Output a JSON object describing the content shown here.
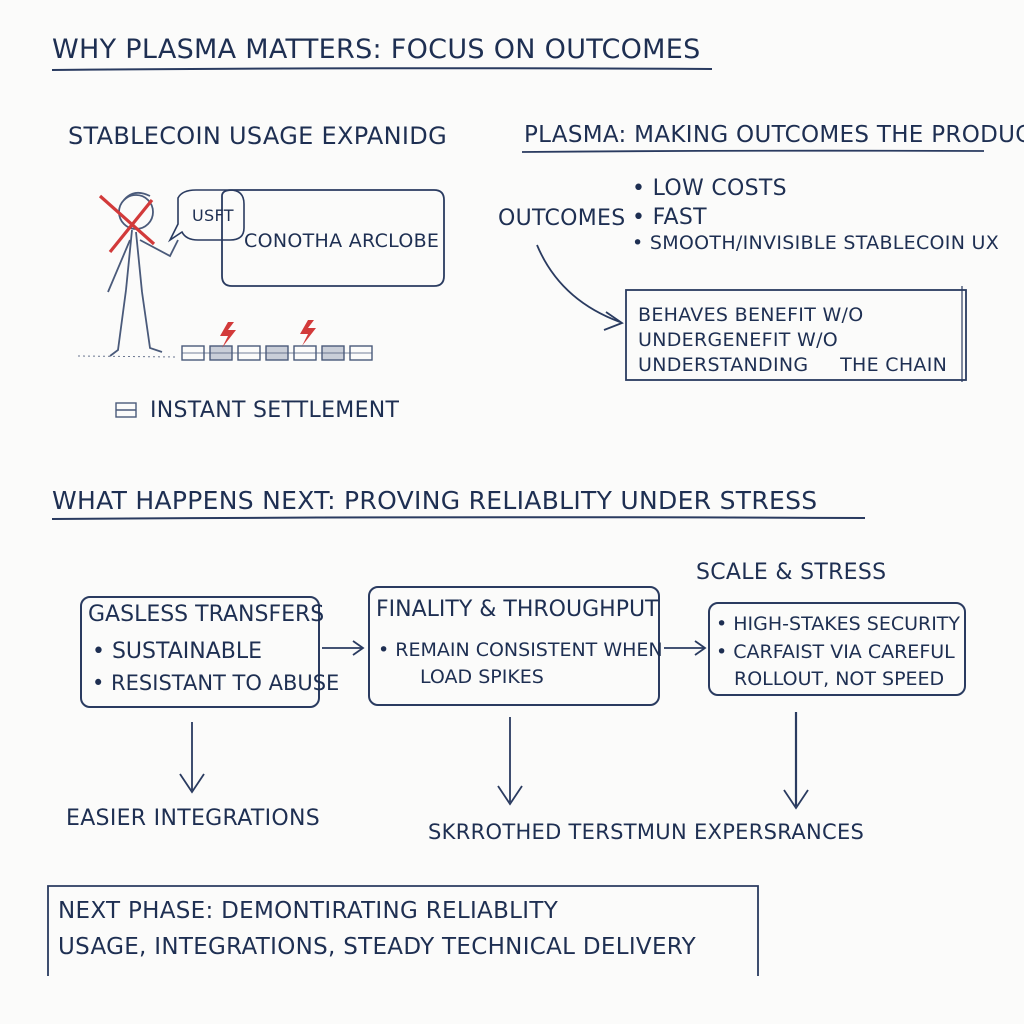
{
  "title": "WHY PLASMA MATTERS: FOCUS ON OUTCOMES",
  "left_panel": {
    "heading": "STABLECOIN USAGE EXPANIDG",
    "bubble_small": "USFT",
    "bubble_big": "CONOTHA ARCLOBE",
    "settlement_label": "INSTANT SETTLEMENT"
  },
  "right_panel": {
    "heading": "PLASMA: MAKING OUTCOMES THE PRODUCT",
    "outcomes_label": "OUTCOMES",
    "outcomes": [
      "LOW COSTS",
      "FAST",
      "SMOOTH/INVISIBLE STABLECOIN  UX"
    ],
    "box_lines": [
      "BEHAVES BENEFIT  W/O",
      "UNDERGENEFIT W/O",
      "UNDERSTANDING     THE CHAIN"
    ]
  },
  "next_section": {
    "heading": "WHAT HAPPENS NEXT: PROVING RELIABLITY UNDER STRESS",
    "scale_label": "SCALE & STRESS",
    "nodes": [
      {
        "title": "GASLESS TRANSFERS",
        "bullets": [
          "• SUSTAINABLE",
          "• RESISTANT TO ABUSE"
        ]
      },
      {
        "title": "FINALITY & THROUGHPUT",
        "bullets": [
          "• REMAIN CONSISTENT WHEN",
          "LOAD SPIKES"
        ]
      },
      {
        "title": "",
        "bullets": [
          "• HIGH-STAKES SECURITY",
          "• CARFAIST VIA CAREFUL",
          "ROLLOUT, NOT SPEED"
        ]
      }
    ],
    "outcome_left": "EASIER INTEGRATIONS",
    "outcome_center": "SKRROTHED TERSTMUN EXPERSRANCES"
  },
  "footer": {
    "line1": "NEXT PHASE: DEMONTIRATING RELIABLITY",
    "line2": "USAGE, INTEGRATIONS, STEADY TECHNICAL DELIVERY"
  },
  "colors": {
    "ink": "#1e2f52",
    "accent_red": "#d23a3a"
  }
}
